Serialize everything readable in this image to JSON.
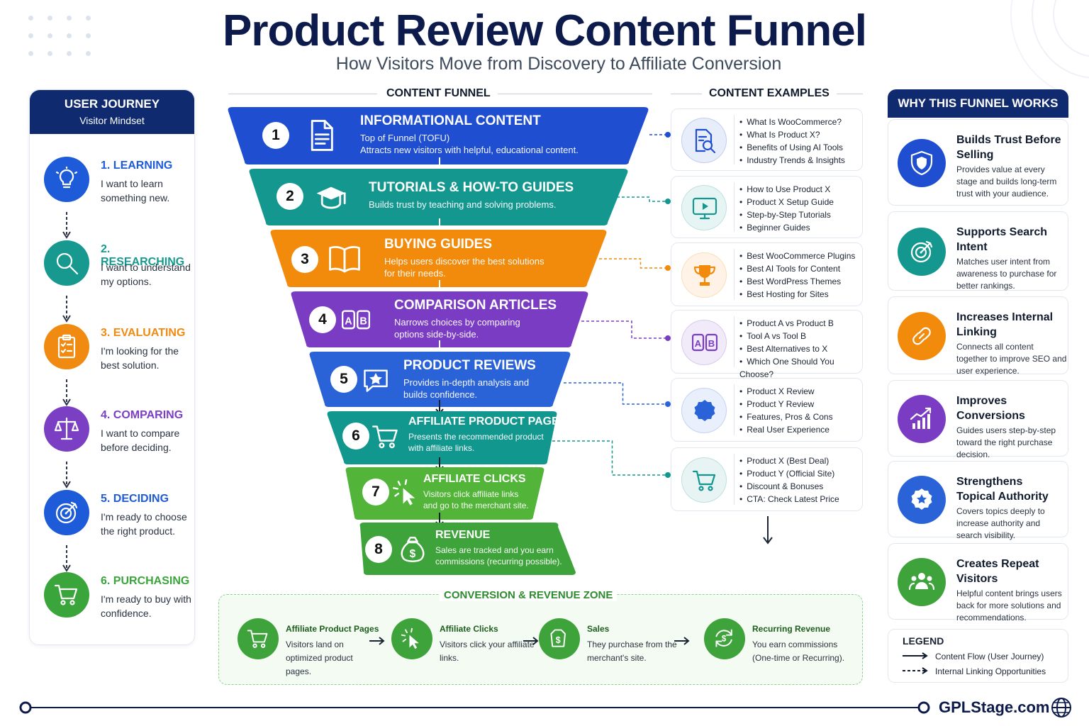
{
  "header": {
    "title": "Product Review Content Funnel",
    "subtitle": "How Visitors Move from Discovery to Affiliate Conversion"
  },
  "journey": {
    "title": "USER JOURNEY",
    "subtitle": "Visitor Mindset",
    "steps": [
      {
        "label": "1. LEARNING",
        "text": "I want to learn something new.",
        "color": "#1e5bd8",
        "icon": "lightbulb-icon"
      },
      {
        "label": "2. RESEARCHING",
        "text": "I want to understand my options.",
        "color": "#17998f",
        "icon": "magnifier-icon"
      },
      {
        "label": "3. EVALUATING",
        "text": "I'm looking for the best solution.",
        "color": "#f08a10",
        "icon": "clipboard-icon"
      },
      {
        "label": "4. COMPARING",
        "text": "I want to compare before deciding.",
        "color": "#7b3fc4",
        "icon": "scale-icon"
      },
      {
        "label": "5. DECIDING",
        "text": "I'm ready to choose the right product.",
        "color": "#1e5bd8",
        "icon": "target-icon"
      },
      {
        "label": "6. PURCHASING",
        "text": "I'm ready to buy with confidence.",
        "color": "#3aa53a",
        "icon": "cart-icon"
      }
    ]
  },
  "funnel": {
    "label": "CONTENT FUNNEL",
    "stages": [
      {
        "num": "1",
        "title": "INFORMATIONAL CONTENT",
        "desc": "Top of Funnel (TOFU)",
        "desc2": "Attracts new visitors with helpful, educational content.",
        "color": "#1f4fd0",
        "icon": "document-icon"
      },
      {
        "num": "2",
        "title": "TUTORIALS & HOW-TO GUIDES",
        "desc": "Builds trust by teaching and solving problems.",
        "desc2": "",
        "color": "#14978f",
        "icon": "graduation-cap-icon"
      },
      {
        "num": "3",
        "title": "BUYING GUIDES",
        "desc": "Helps users discover the best solutions",
        "desc2": "for their needs.",
        "color": "#f28a0c",
        "icon": "book-icon"
      },
      {
        "num": "4",
        "title": "COMPARISON ARTICLES",
        "desc": "Narrows choices by comparing",
        "desc2": "options side-by-side.",
        "color": "#7a3cc3",
        "icon": "ab-compare-icon"
      },
      {
        "num": "5",
        "title": "PRODUCT REVIEWS",
        "desc": "Provides in-depth analysis and",
        "desc2": "builds confidence.",
        "color": "#2a63d8",
        "icon": "star-review-icon"
      },
      {
        "num": "6",
        "title": "AFFILIATE PRODUCT PAGES",
        "desc": "Presents the recommended product",
        "desc2": "with affiliate links.",
        "color": "#12978e",
        "icon": "cart-icon"
      },
      {
        "num": "7",
        "title": "AFFILIATE CLICKS",
        "desc": "Visitors click affiliate links",
        "desc2": "and go to the merchant site.",
        "color": "#52b438",
        "icon": "cursor-click-icon"
      },
      {
        "num": "8",
        "title": "REVENUE",
        "desc": "Sales are tracked and you earn",
        "desc2": "commissions (recurring possible).",
        "color": "#3ea33a",
        "icon": "money-bag-icon"
      }
    ]
  },
  "examples": {
    "label": "CONTENT EXAMPLES",
    "cards": [
      {
        "items": [
          "What Is WooCommerce?",
          "What Is Product X?",
          "Benefits of Using AI Tools",
          "Industry Trends & Insights"
        ],
        "color": "#1f4fd0",
        "icon": "search-document-icon"
      },
      {
        "items": [
          "How to Use Product X",
          "Product X Setup Guide",
          "Step-by-Step Tutorials",
          "Beginner Guides"
        ],
        "color": "#14978f",
        "icon": "video-tutorial-icon"
      },
      {
        "items": [
          "Best WooCommerce Plugins",
          "Best AI Tools for Content",
          "Best WordPress Themes",
          "Best Hosting for Sites"
        ],
        "color": "#f28a0c",
        "icon": "trophy-icon"
      },
      {
        "items": [
          "Product A vs Product B",
          "Tool A vs Tool B",
          "Best Alternatives to X",
          "Which One Should You Choose?"
        ],
        "color": "#7a3cc3",
        "icon": "ab-compare-icon"
      },
      {
        "items": [
          "Product X Review",
          "Product Y Review",
          "Features, Pros & Cons",
          "Real User Experience"
        ],
        "color": "#2a63d8",
        "icon": "star-badge-icon"
      },
      {
        "items": [
          "Product X (Best Deal)",
          "Product Y (Official Site)",
          "Discount & Bonuses",
          "CTA: Check Latest Price"
        ],
        "color": "#12978e",
        "icon": "cart-icon"
      }
    ]
  },
  "why": {
    "title": "WHY THIS FUNNEL WORKS",
    "cards": [
      {
        "title": "Builds Trust Before Selling",
        "text": "Provides value at every stage and builds long-term trust with your audience.",
        "color": "#1f4fd0",
        "icon": "shield-icon"
      },
      {
        "title": "Supports Search Intent",
        "text": "Matches user intent from awareness to purchase for better rankings.",
        "color": "#14978f",
        "icon": "target-icon"
      },
      {
        "title": "Increases Internal Linking",
        "text": "Connects all content together to improve SEO and user experience.",
        "color": "#f28a0c",
        "icon": "link-icon"
      },
      {
        "title": "Improves Conversions",
        "text": "Guides users step-by-step toward the right purchase decision.",
        "color": "#7a3cc3",
        "icon": "chart-growth-icon"
      },
      {
        "title": "Strengthens Topical Authority",
        "text": "Covers topics deeply to increase authority and search visibility.",
        "color": "#2a63d8",
        "icon": "star-badge-icon"
      },
      {
        "title": "Creates Repeat Visitors",
        "text": "Helpful content brings users back for more solutions and recommendations.",
        "color": "#3ea33a",
        "icon": "users-icon"
      }
    ]
  },
  "legend": {
    "title": "LEGEND",
    "solid": "Content Flow (User Journey)",
    "dashed": "Internal Linking Opportunities"
  },
  "zone": {
    "title": "CONVERSION & REVENUE ZONE",
    "items": [
      {
        "title": "Affiliate Product Pages",
        "text": "Visitors land on optimized product pages.",
        "icon": "cart-icon"
      },
      {
        "title": "Affiliate Clicks",
        "text": "Visitors click your affiliate links.",
        "icon": "cursor-click-icon"
      },
      {
        "title": "Sales",
        "text": "They purchase from the merchant's site.",
        "icon": "dollar-tag-icon"
      },
      {
        "title": "Recurring Revenue",
        "text": "You earn commissions (One-time or Recurring).",
        "icon": "recurring-dollar-icon"
      }
    ],
    "color": "#3ea33a"
  },
  "footer": {
    "brand": "GPLStage.com"
  }
}
